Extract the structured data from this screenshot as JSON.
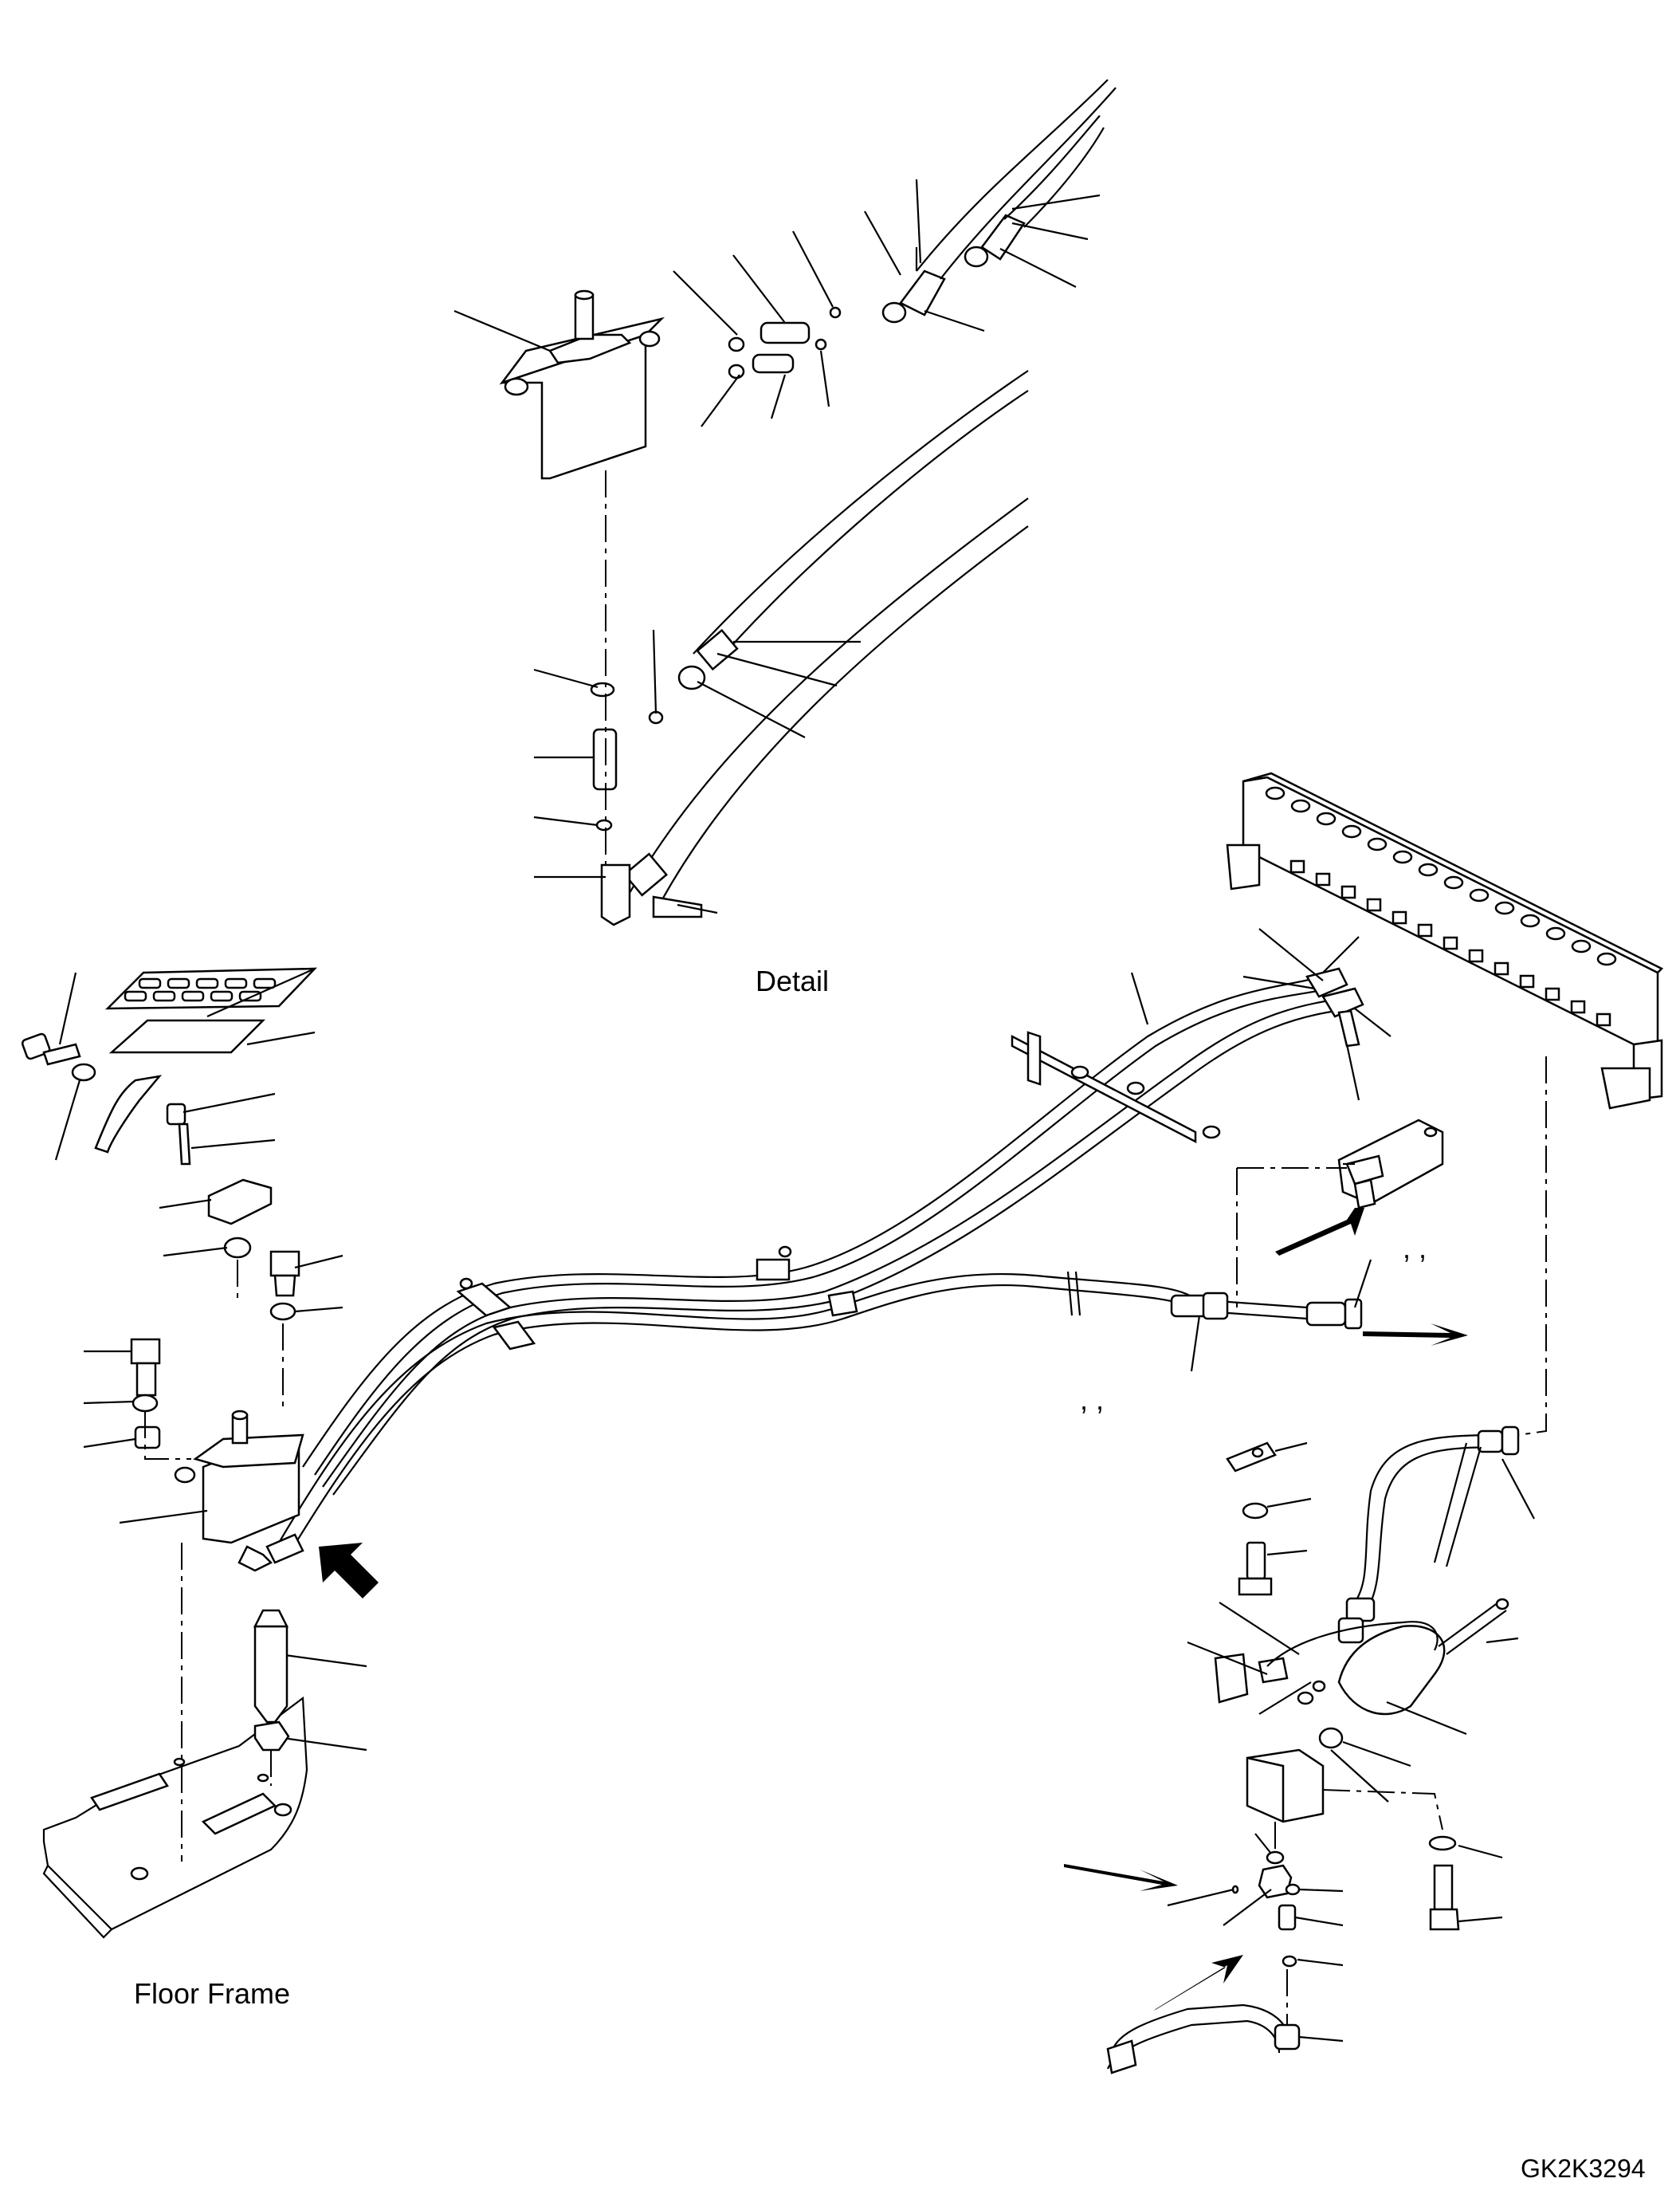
{
  "drawing": {
    "detail_label": "Detail",
    "floor_frame_label": "Floor Frame",
    "drawing_code": "GK2K3294"
  },
  "commas": {
    "right_pair": ",  ,",
    "mid_pair": ",  ,"
  },
  "colors": {
    "line": "#000000",
    "background": "#ffffff"
  }
}
